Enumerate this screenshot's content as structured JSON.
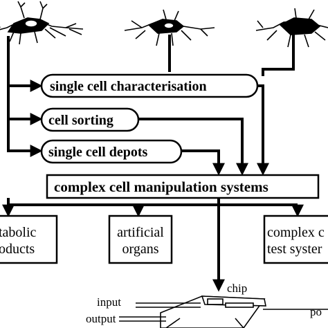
{
  "processes": {
    "characterisation": "single cell characterisation",
    "sorting": "cell sorting",
    "depots": "single cell depots"
  },
  "system": "complex cell manipulation systems",
  "outputs": {
    "left": [
      "tabolic",
      "oducts"
    ],
    "middle": [
      "artificial",
      "organs"
    ],
    "right": [
      "complex c",
      "test syster"
    ]
  },
  "chip": {
    "chip_label": "chip",
    "input_label": "input",
    "output_label": "output",
    "power_label": "po"
  },
  "colors": {
    "ink": "#000000",
    "paper": "#ffffff"
  },
  "icons": [
    "neuron-cell-icon",
    "cell-icon",
    "cell-icon"
  ]
}
